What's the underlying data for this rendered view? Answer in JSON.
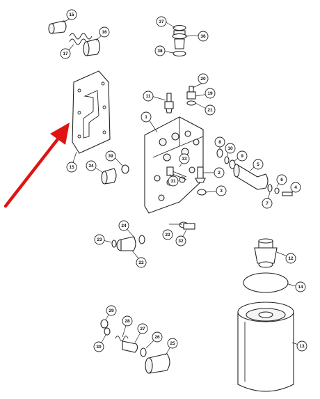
{
  "diagram": {
    "callouts": [
      {
        "id": "15a",
        "number": "15"
      },
      {
        "id": "16",
        "number": "16"
      },
      {
        "id": "17",
        "number": "17"
      },
      {
        "id": "37",
        "number": "37"
      },
      {
        "id": "36",
        "number": "36"
      },
      {
        "id": "38",
        "number": "38"
      },
      {
        "id": "20",
        "number": "20"
      },
      {
        "id": "11",
        "number": "11"
      },
      {
        "id": "19",
        "number": "19"
      },
      {
        "id": "21",
        "number": "21"
      },
      {
        "id": "1",
        "number": "1"
      },
      {
        "id": "15b",
        "number": "15"
      },
      {
        "id": "39",
        "number": "39"
      },
      {
        "id": "34",
        "number": "34"
      },
      {
        "id": "8",
        "number": "8"
      },
      {
        "id": "10",
        "number": "10"
      },
      {
        "id": "9",
        "number": "9"
      },
      {
        "id": "33a",
        "number": "33"
      },
      {
        "id": "2",
        "number": "2"
      },
      {
        "id": "5",
        "number": "5"
      },
      {
        "id": "31",
        "number": "31"
      },
      {
        "id": "3",
        "number": "3"
      },
      {
        "id": "6",
        "number": "6"
      },
      {
        "id": "4",
        "number": "4"
      },
      {
        "id": "7",
        "number": "7"
      },
      {
        "id": "24",
        "number": "24"
      },
      {
        "id": "33b",
        "number": "33"
      },
      {
        "id": "32",
        "number": "32"
      },
      {
        "id": "23",
        "number": "23"
      },
      {
        "id": "22",
        "number": "22"
      },
      {
        "id": "12",
        "number": "12"
      },
      {
        "id": "14",
        "number": "14"
      },
      {
        "id": "29",
        "number": "29"
      },
      {
        "id": "28",
        "number": "28"
      },
      {
        "id": "27",
        "number": "27"
      },
      {
        "id": "26",
        "number": "26"
      },
      {
        "id": "25",
        "number": "25"
      },
      {
        "id": "30",
        "number": "30"
      },
      {
        "id": "13",
        "number": "13"
      }
    ],
    "highlight_color": "#e01414"
  }
}
